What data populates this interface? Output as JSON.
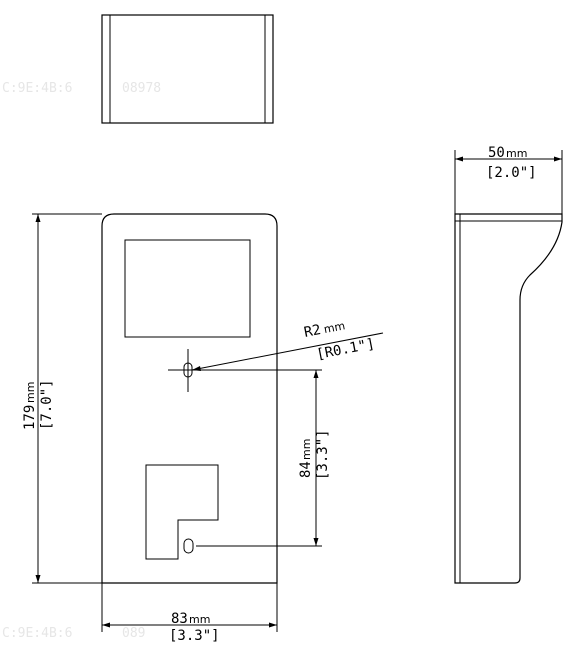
{
  "watermarks": {
    "top": "C:9E:4B:6",
    "top_tail": "08978",
    "bottom": "C:9E:4B:6",
    "bottom_tail": "089"
  },
  "dimensions": {
    "depth": {
      "value": "50",
      "unit": "mm",
      "imperial": "[2.0\"]"
    },
    "height": {
      "value": "179",
      "unit": "mm",
      "imperial": "[7.0\"]"
    },
    "radius": {
      "value": "R2",
      "unit": "mm",
      "imperial": "[R0.1\"]"
    },
    "hole_spacing": {
      "value": "84",
      "unit": "mm",
      "imperial": "[3.3\"]"
    },
    "width": {
      "value": "83",
      "unit": "mm",
      "imperial": "[3.3\"]"
    }
  }
}
